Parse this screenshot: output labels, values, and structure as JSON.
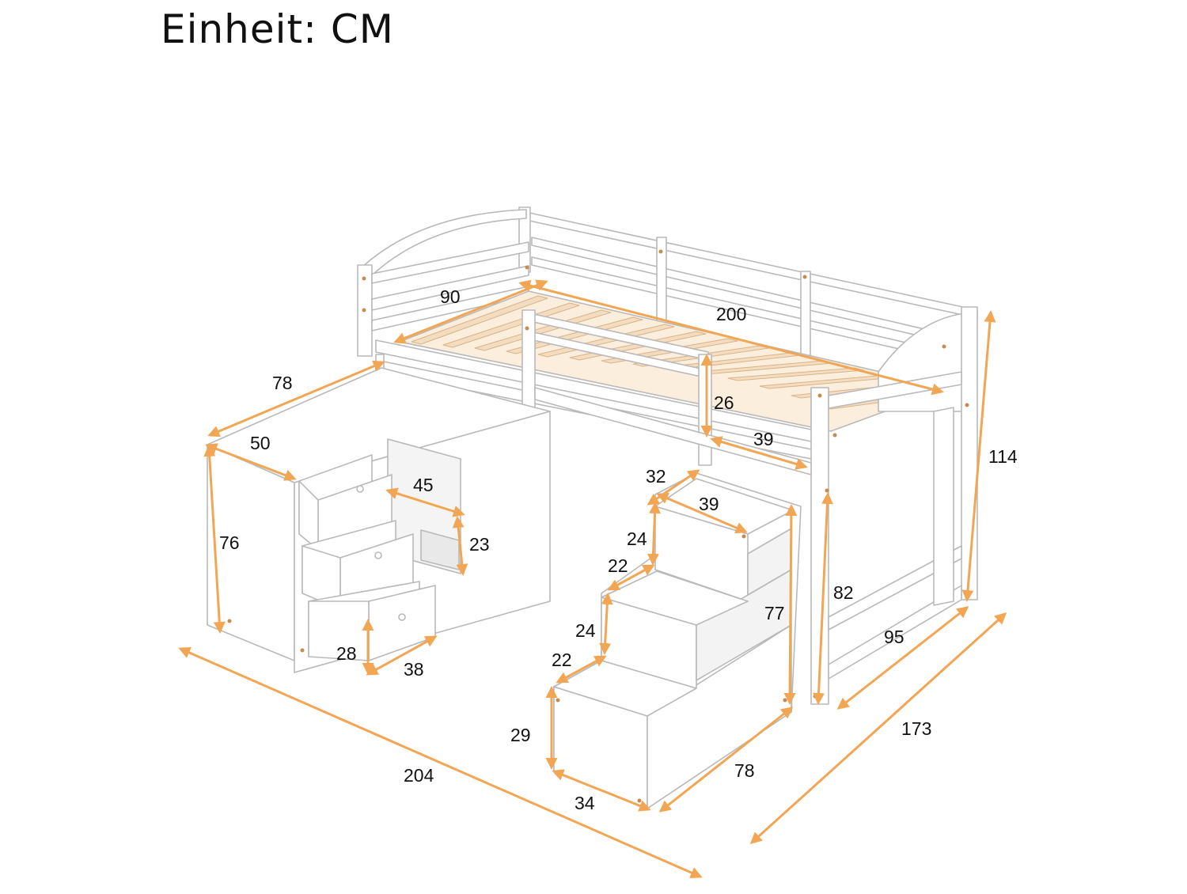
{
  "title": "Einheit: CM",
  "colors": {
    "arrow": "#f2a654",
    "outline": "#b9b9b9",
    "slat": "#f3dcc0",
    "furniture": "#ffffff"
  },
  "dimensions": {
    "bed_width": "90",
    "bed_length": "200",
    "desk_length": "78",
    "desk_depth": "50",
    "desk_height": "76",
    "drawer_width": "45",
    "drawer_height": "23",
    "bottom_drawer_height": "28",
    "bottom_drawer_width": "38",
    "guard_rail_height": "26",
    "rail_opening": "39",
    "stair_top_depth": "32",
    "stair_top_width": "39",
    "step1_rise": "24",
    "step1_run": "22",
    "step2_rise": "24",
    "step2_run": "22",
    "stair_cabinet_height": "77",
    "bottom_step_height": "29",
    "stair_length": "78",
    "bottom_step_width": "34",
    "under_bed_height": "82",
    "total_height": "114",
    "bed_frame_width": "95",
    "total_width": "173",
    "total_length": "204"
  }
}
